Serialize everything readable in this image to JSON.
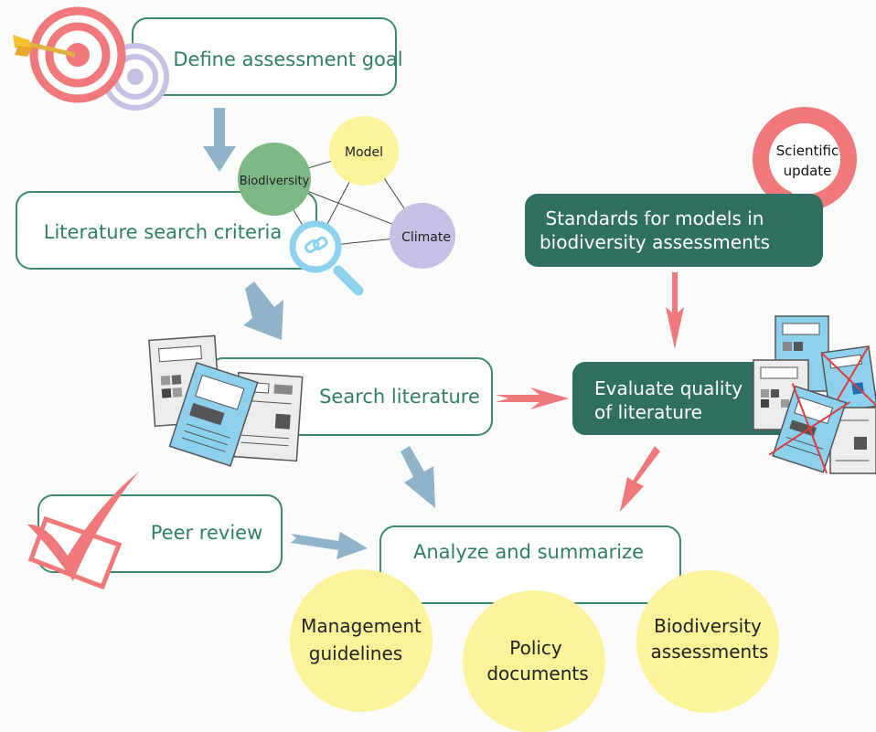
{
  "steps": {
    "define_goal": "Define assessment goal",
    "search_criteria": "Literature search criteria",
    "search_literature": "Search literature",
    "peer_review": "Peer review",
    "analyze": "Analyze and summarize",
    "standards_line1": "Standards for models in",
    "standards_line2": "biodiversity assessments",
    "evaluate_line1": "Evaluate quality",
    "evaluate_line2": "of literature"
  },
  "network": {
    "biodiversity": "Biodiversity",
    "model": "Model",
    "climate": "Climate"
  },
  "update": {
    "line1": "Scientific",
    "line2": "update"
  },
  "outputs": {
    "management_line1": "Management",
    "management_line2": "guidelines",
    "policy_line1": "Policy",
    "policy_line2": "documents",
    "biodiversity_line1": "Biodiversity",
    "biodiversity_line2": "assessments"
  },
  "colors": {
    "green_text": "#2f7f66",
    "box_border": "#3c8a6d",
    "dark_green": "#2f7060",
    "blue_arrow": "#8fb3c9",
    "red_arrow": "#f0787a",
    "yellow": "#faf39a",
    "purple": "#c7bfe4",
    "green_circle": "#7db785",
    "light_blue": "#8dd1ef"
  }
}
